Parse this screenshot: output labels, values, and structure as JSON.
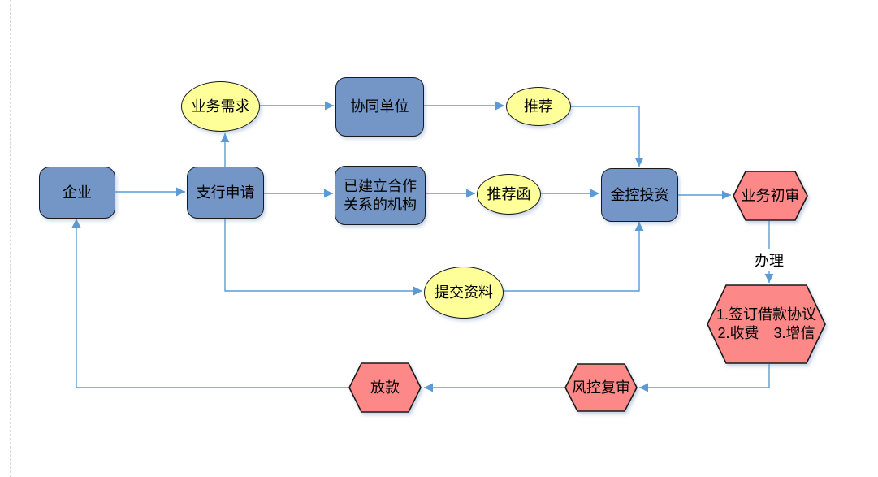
{
  "colors": {
    "process_fill": "#7396C7",
    "event_fill": "#FFFF99",
    "review_fill": "#FC8888",
    "connector": "#5B9BD5",
    "shape_border": "#1a1a1a",
    "guide": "#d9d9d9"
  },
  "nodes": {
    "enterprise": {
      "label": "企业"
    },
    "branch_application": {
      "label": "支行申请"
    },
    "business_demand": {
      "label": "业务需求"
    },
    "collaborative_unit": {
      "label": "协同单位"
    },
    "recommend": {
      "label": "推荐"
    },
    "partner_institution": {
      "line1": "已建立合作",
      "line2": "关系的机构"
    },
    "recommendation_letter": {
      "label": "推荐函"
    },
    "submit_materials": {
      "label": "提交资料"
    },
    "financial_holding_investment": {
      "label": "金控投资"
    },
    "business_preliminary_review": {
      "label": "业务初审"
    },
    "agreement_steps": {
      "line1": "1.签订借款协议",
      "line2": "2.收费　3.增信"
    },
    "risk_control_review": {
      "label": "风控复审"
    },
    "loan_disbursement": {
      "label": "放款"
    }
  },
  "edge_labels": {
    "handle": "办理"
  }
}
